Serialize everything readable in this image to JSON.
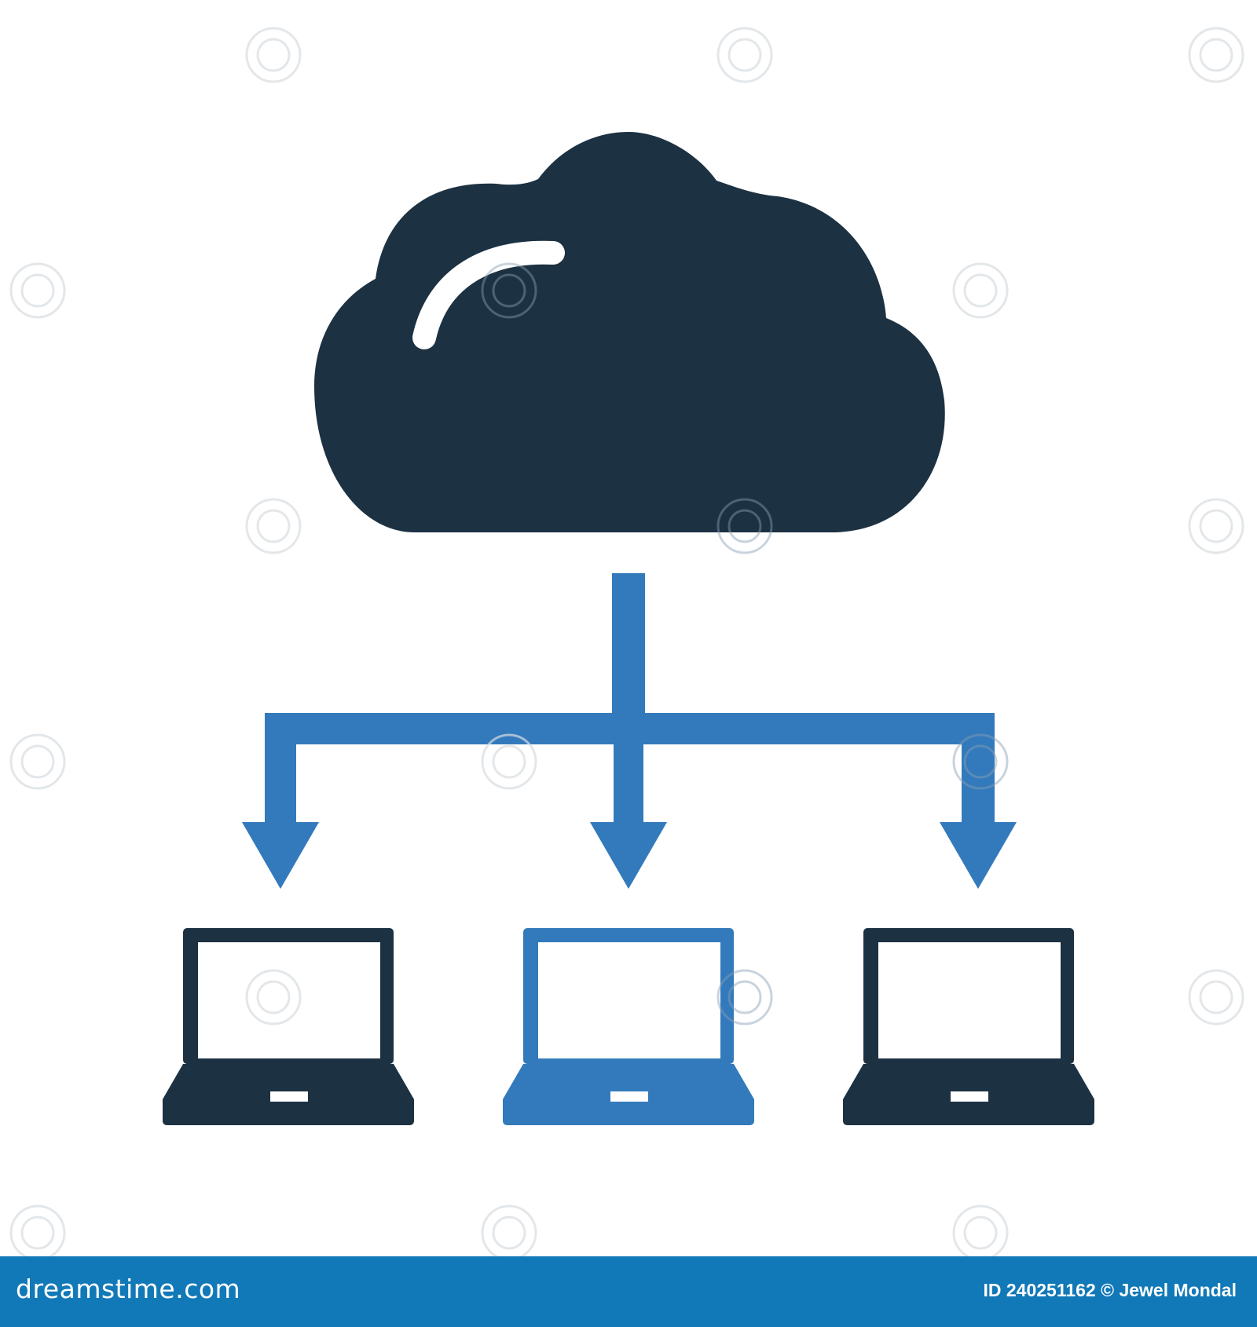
{
  "diagram": {
    "hub": {
      "icon": "cloud-icon",
      "color": "#1c3142"
    },
    "connector": {
      "icon": "branching-arrows",
      "color": "#337abc"
    },
    "nodes": [
      {
        "icon": "laptop-icon",
        "color": "#1c3142"
      },
      {
        "icon": "laptop-icon",
        "color": "#337abc"
      },
      {
        "icon": "laptop-icon",
        "color": "#1c3142"
      }
    ]
  },
  "watermark": {
    "text": "dreamstime"
  },
  "footer": {
    "brand": "dreamstime.com",
    "credit": "ID 240251162 © Jewel Mondal",
    "background": "#1279b8"
  }
}
